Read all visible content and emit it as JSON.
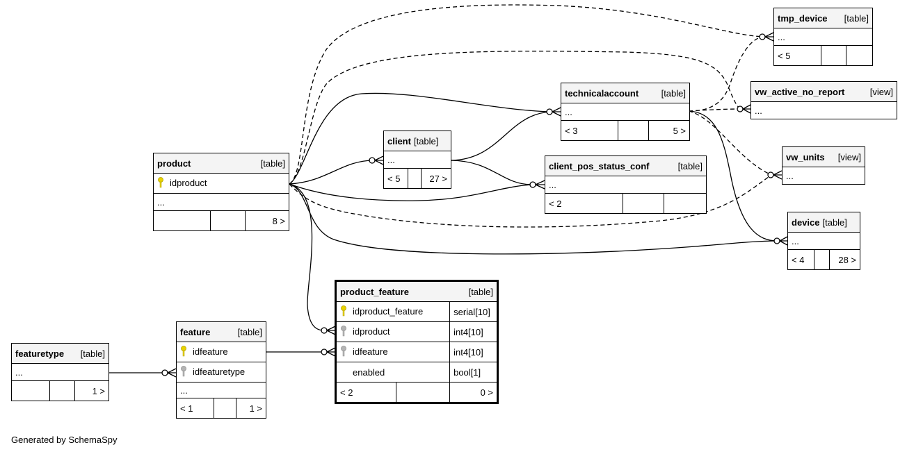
{
  "tables": {
    "product": {
      "name": "product",
      "type": "[table]",
      "columns": [
        {
          "name": "idproduct",
          "key": "pk"
        }
      ],
      "more": "...",
      "counts": [
        "",
        "",
        "8 >"
      ]
    },
    "client": {
      "name": "client",
      "type": "[table]",
      "more": "...",
      "counts": [
        "< 5",
        "",
        "27 >"
      ]
    },
    "technicalaccount": {
      "name": "technicalaccount",
      "type": "[table]",
      "more": "...",
      "counts": [
        "< 3",
        "",
        "5 >"
      ]
    },
    "client_pos_status_conf": {
      "name": "client_pos_status_conf",
      "type": "[table]",
      "more": "...",
      "counts": [
        "< 2",
        "",
        ""
      ]
    },
    "tmp_device": {
      "name": "tmp_device",
      "type": "[table]",
      "more": "...",
      "counts": [
        "< 5",
        "",
        ""
      ]
    },
    "vw_active_no_report": {
      "name": "vw_active_no_report",
      "type": "[view]",
      "more": "..."
    },
    "vw_units": {
      "name": "vw_units",
      "type": "[view]",
      "more": "..."
    },
    "device": {
      "name": "device",
      "type": "[table]",
      "more": "...",
      "counts": [
        "< 4",
        "",
        "28 >"
      ]
    },
    "product_feature": {
      "name": "product_feature",
      "type": "[table]",
      "columns": [
        {
          "name": "idproduct_feature",
          "dtype": "serial[10]",
          "key": "pk"
        },
        {
          "name": "idproduct",
          "dtype": "int4[10]",
          "key": "fk"
        },
        {
          "name": "idfeature",
          "dtype": "int4[10]",
          "key": "fk"
        },
        {
          "name": "enabled",
          "dtype": "bool[1]",
          "key": ""
        }
      ],
      "counts": [
        "< 2",
        "",
        "0 >"
      ]
    },
    "feature": {
      "name": "feature",
      "type": "[table]",
      "columns": [
        {
          "name": "idfeature",
          "key": "pk"
        },
        {
          "name": "idfeaturetype",
          "key": "fk"
        }
      ],
      "more": "...",
      "counts": [
        "< 1",
        "",
        "1 >"
      ]
    },
    "featuretype": {
      "name": "featuretype",
      "type": "[table]",
      "more": "...",
      "counts": [
        "",
        "",
        "1 >"
      ]
    }
  },
  "colors": {
    "pk": "#e8d200",
    "fk": "#b4b4b4",
    "header": "#f4f4f4",
    "line": "#000000"
  },
  "footer": "Generated by SchemaSpy"
}
